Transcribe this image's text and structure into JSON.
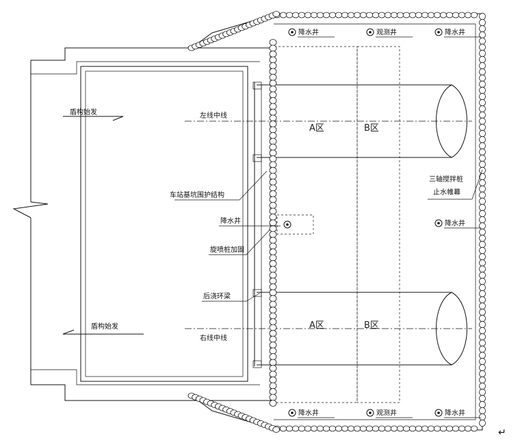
{
  "labels": {
    "shield_launch_top": "盾构始发",
    "shield_launch_bottom": "盾构始发",
    "left_centerline": "左线中线",
    "right_centerline": "右线中线",
    "station_retaining": "车站基坑围护结构",
    "dewatering_well_mid": "降水井",
    "jet_grouting": "旋喷桩加固",
    "post_cast_ring_beam": "后浇环梁",
    "triaxial_pile_line1": "三轴搅拌桩",
    "triaxial_pile_line2": "止水帷幕",
    "zone_a_top": "A区",
    "zone_b_top": "B区",
    "zone_a_bottom": "A区",
    "zone_b_bottom": "B区"
  },
  "wells_top": [
    {
      "type": "降水井"
    },
    {
      "type": "观测井"
    },
    {
      "type": "降水井"
    }
  ],
  "wells_right": [
    {
      "type": "降水井"
    }
  ],
  "wells_bottom": [
    {
      "type": "降水井"
    },
    {
      "type": "观测井"
    },
    {
      "type": "降水井"
    }
  ],
  "return_mark": "↵"
}
